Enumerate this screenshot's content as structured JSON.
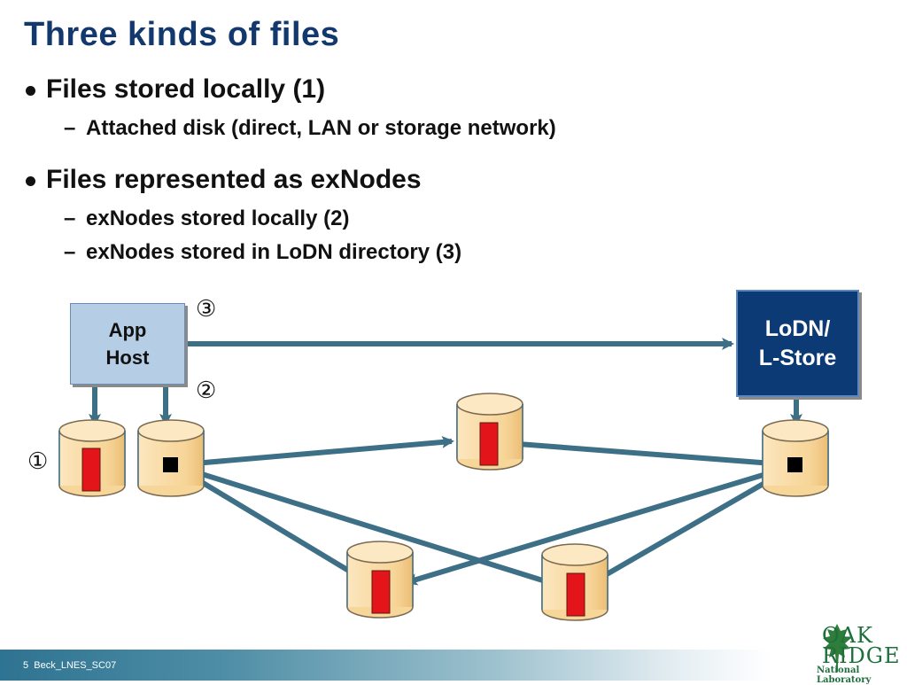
{
  "slide": {
    "title": "Three kinds of files",
    "bullets": [
      {
        "text": "Files stored locally (1)",
        "subs": [
          "Attached disk (direct, LAN or storage network)"
        ]
      },
      {
        "text": "Files represented as exNodes",
        "subs": [
          "exNodes stored locally (2)",
          "exNodes stored in LoDN directory (3)"
        ]
      }
    ],
    "dash_glyph": "–"
  },
  "diagram": {
    "app_host": {
      "line1": "App",
      "line2": "Host"
    },
    "lodn": {
      "line1": "LoDN/",
      "line2": "L-Store"
    },
    "markers": {
      "one": "①",
      "two": "②",
      "three": "③"
    },
    "colors": {
      "arrow": "#3d6f87",
      "cylinder_fill": "#fde5b8",
      "cylinder_stroke": "#7a6a50",
      "block": "#e3141a",
      "app_host": "#b6cde6",
      "lodn": "#0c3a74"
    }
  },
  "footer": {
    "page": "5",
    "label": "Beck_LNES_SC07"
  },
  "logo": {
    "line1": "OAK",
    "line2": "RIDGE",
    "line3": "National Laboratory",
    "icon": "oak-leaf-icon"
  }
}
